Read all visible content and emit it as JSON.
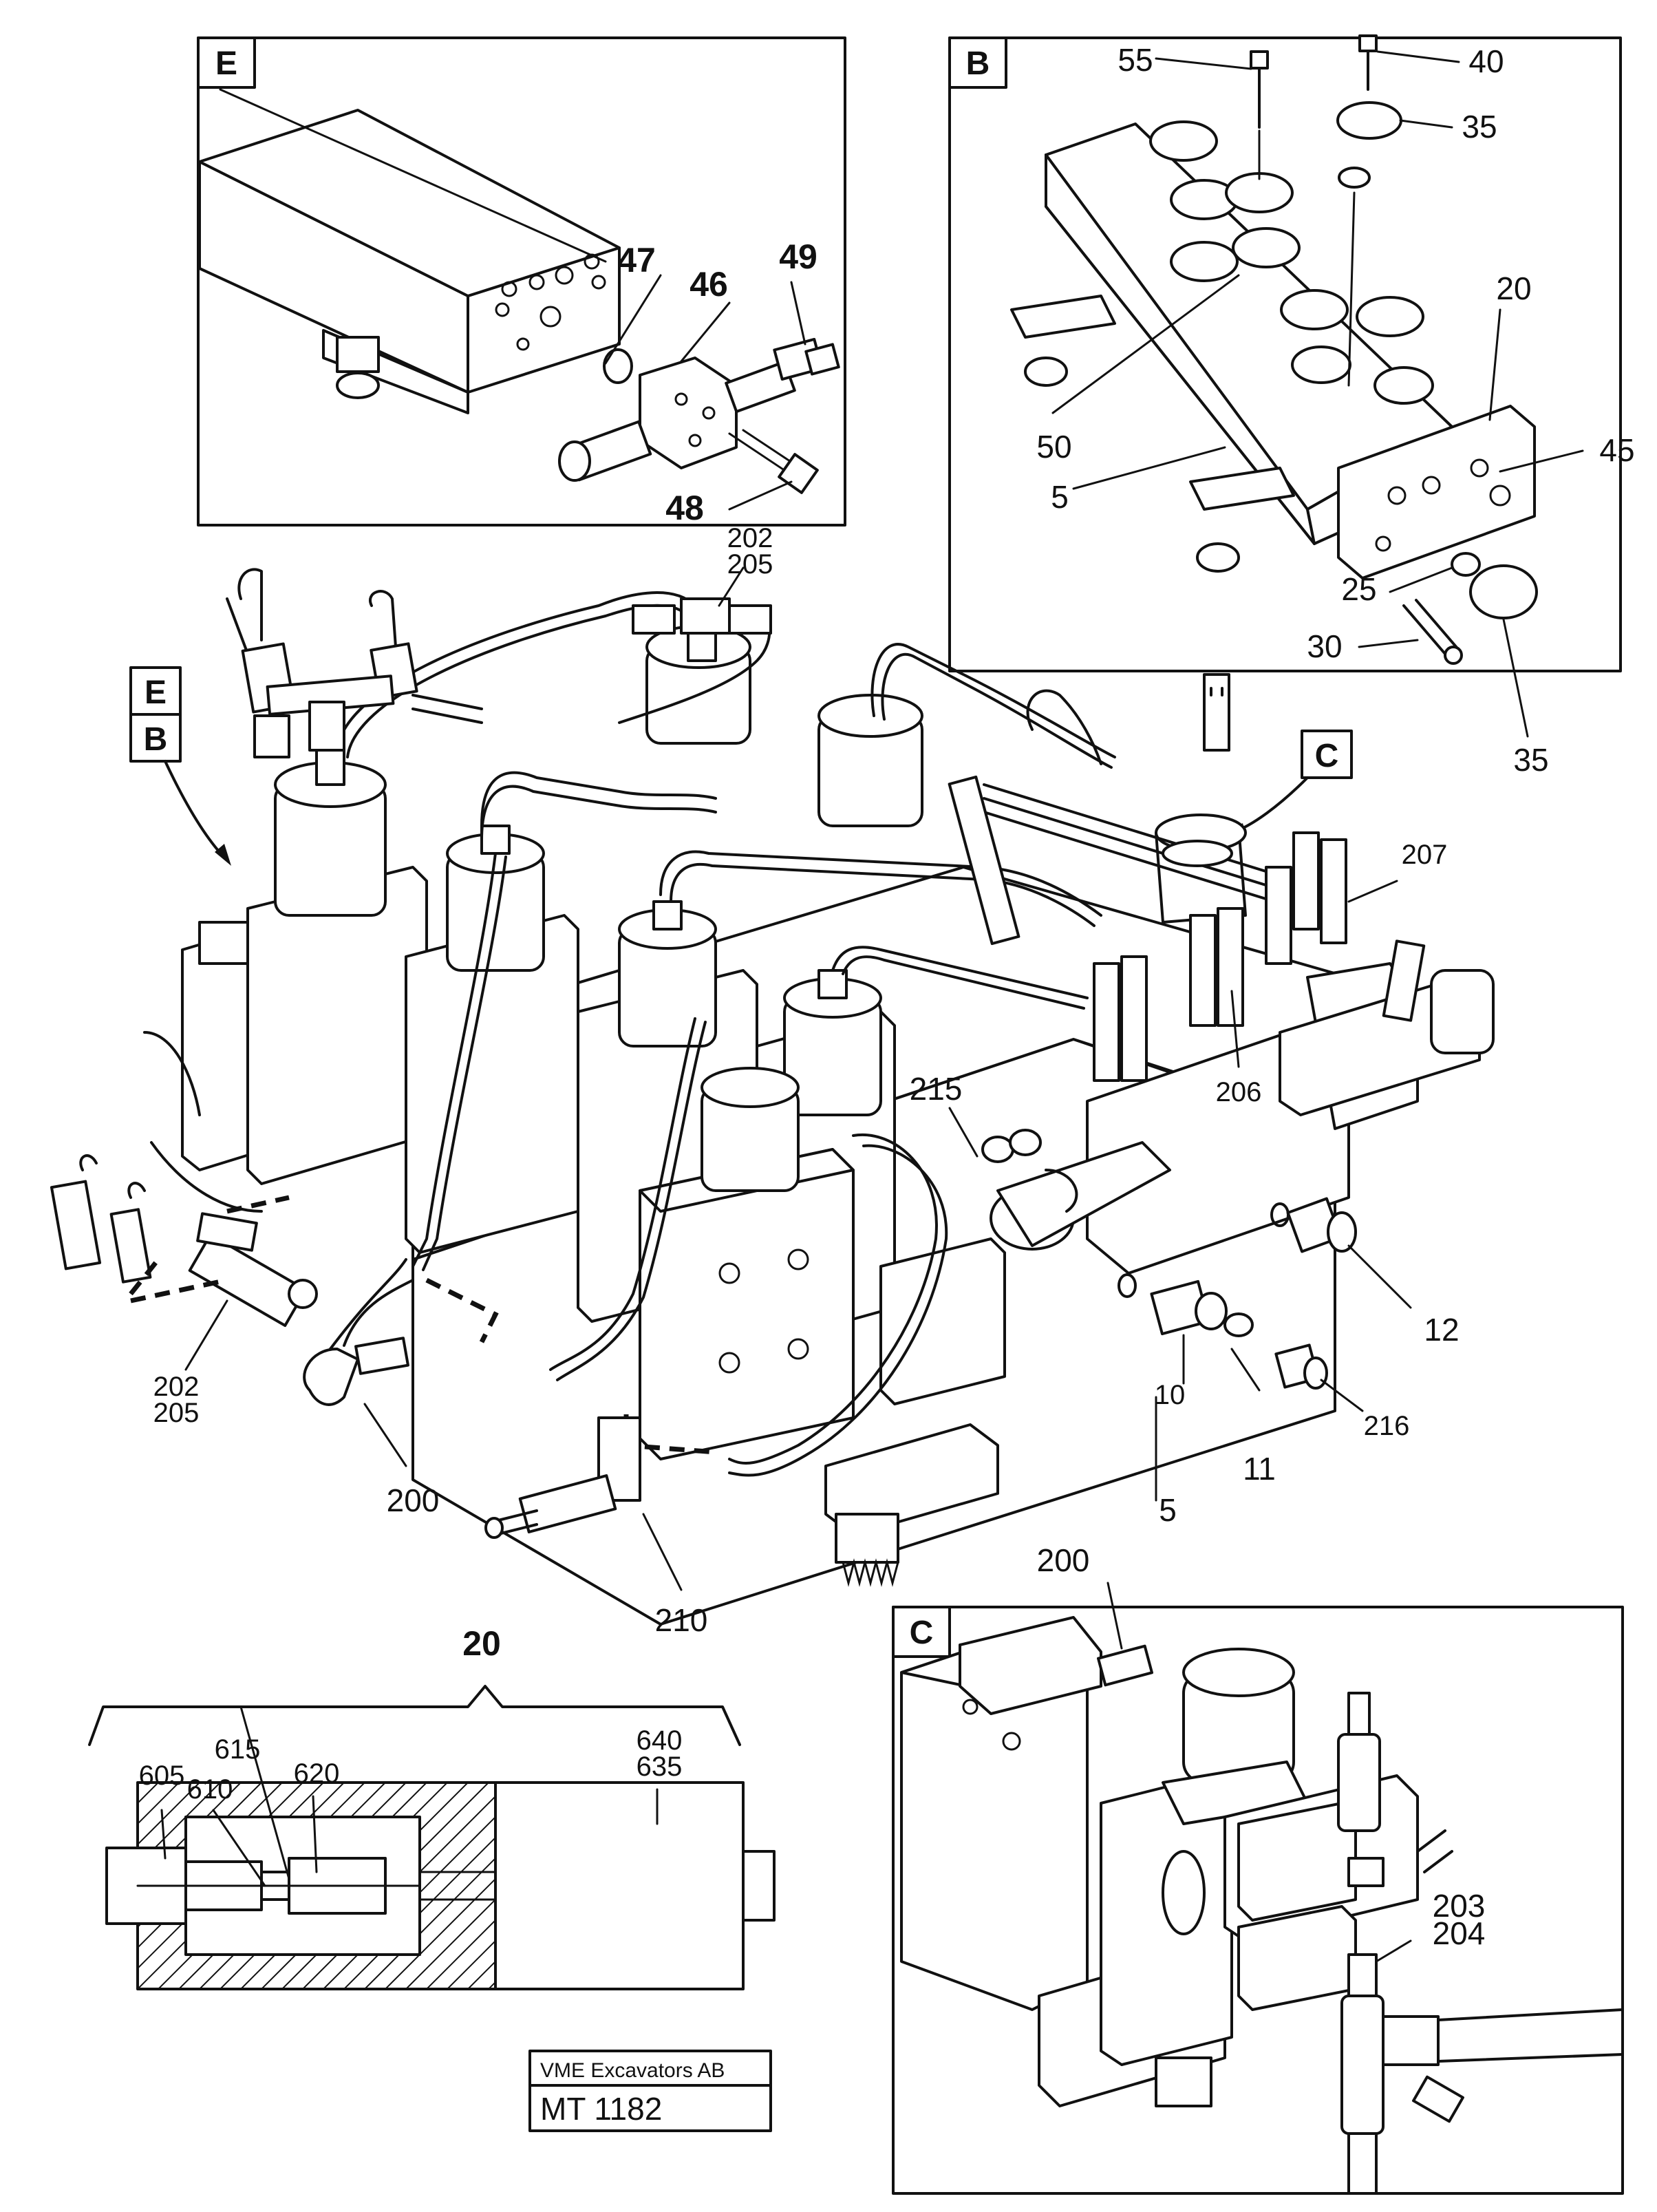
{
  "views": {
    "E": "E",
    "B": "B",
    "C": "C",
    "E_main": "E",
    "B_main": "B",
    "C_main": "C"
  },
  "part_labels": {
    "p55": "55",
    "p40": "40",
    "p35a": "35",
    "p20": "20",
    "p45": "45",
    "p50": "50",
    "p5a": "5",
    "p25": "25",
    "p30": "30",
    "p35b": "35",
    "p47": "47",
    "p46": "46",
    "p49": "49",
    "p48": "48",
    "p202a": "202",
    "p205a": "205",
    "p207": "207",
    "p215": "215",
    "p206": "206",
    "p12": "12",
    "p10": "10",
    "p11": "11",
    "p216": "216",
    "p5b": "5",
    "p202b": "202",
    "p205b": "205",
    "p200a": "200",
    "p210": "210",
    "p20b": "20",
    "p605": "605",
    "p615": "615",
    "p610": "610",
    "p620": "620",
    "p640": "640",
    "p635": "635",
    "p200b": "200",
    "p203": "203",
    "p204": "204"
  },
  "title_block": {
    "company": "VME Excavators AB",
    "drawing_number": "MT 1182"
  }
}
